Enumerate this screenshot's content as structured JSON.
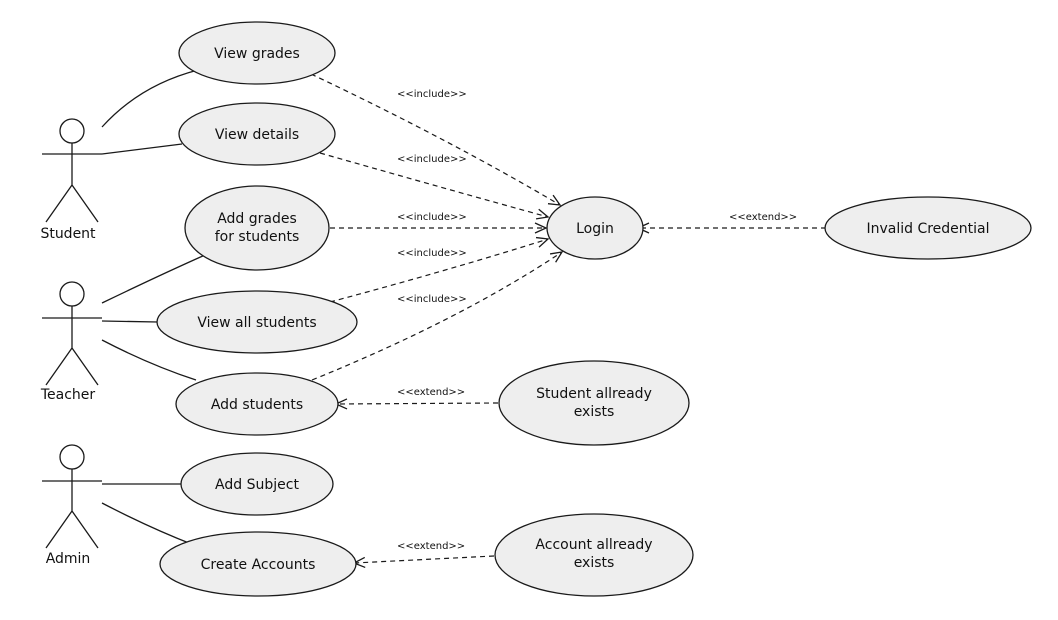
{
  "actors": {
    "student": "Student",
    "teacher": "Teacher",
    "admin": "Admin"
  },
  "use_cases": {
    "view_grades": [
      "View grades"
    ],
    "view_details": [
      "View details"
    ],
    "add_grades": [
      "Add grades",
      "for students"
    ],
    "view_all_students": [
      "View all students"
    ],
    "add_students": [
      "Add students"
    ],
    "add_subject": [
      "Add Subject"
    ],
    "create_accounts": [
      "Create Accounts"
    ],
    "login": [
      "Login"
    ],
    "invalid_credential": [
      "Invalid Credential"
    ],
    "student_already_exists": [
      "Student allready",
      "exists"
    ],
    "account_already_exists": [
      "Account allready",
      "exists"
    ]
  },
  "relations": {
    "include_label": "<<include>>",
    "extend_label": "<<extend>>"
  },
  "colors": {
    "usecase_fill": "#eeeeee",
    "line": "#1a1a1a"
  }
}
